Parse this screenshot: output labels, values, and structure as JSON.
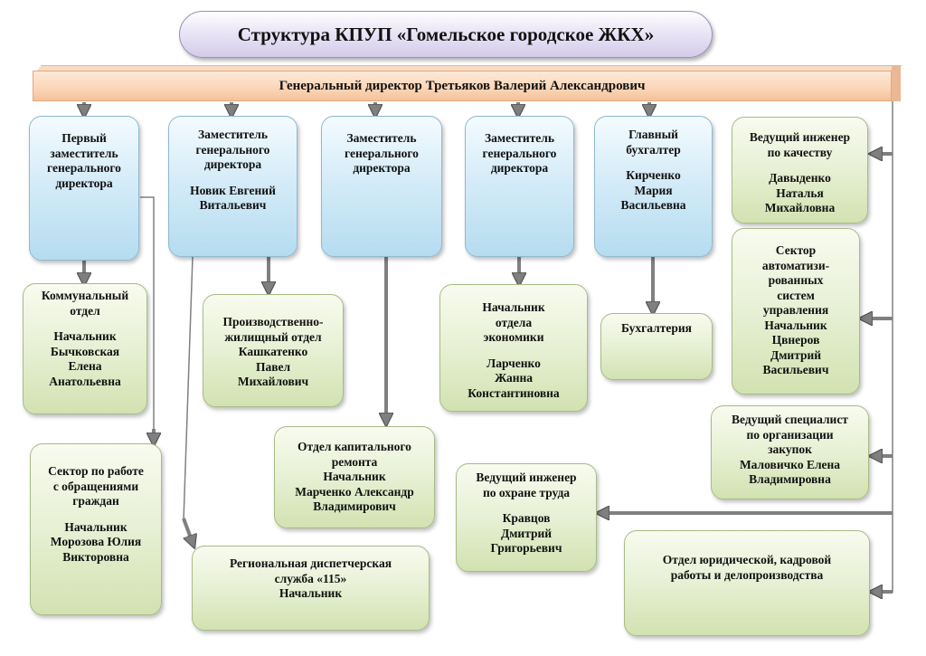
{
  "title": "Структура КПУП «Гомельское городское ЖКХ»",
  "director": "Генеральный директор Третьяков Валерий Александрович",
  "deputies": {
    "first": [
      "Первый",
      "заместитель",
      "генерального",
      "директора"
    ],
    "novik": [
      "Заместитель",
      "генерального",
      "директора",
      "",
      "Новик Евгений",
      "Витальевич"
    ],
    "deputy3": [
      "Заместитель",
      "генерального",
      "директора"
    ],
    "deputy4": [
      "Заместитель",
      "генерального",
      "директора"
    ],
    "accountant": [
      "Главный",
      "бухгалтер",
      "",
      "Кирченко",
      "Мария",
      "Васильевна"
    ]
  },
  "departments": {
    "communal": [
      "Коммунальный",
      "отдел",
      "",
      "Начальник",
      "Бычковская",
      "Елена",
      "Анатольевна"
    ],
    "appeals": [
      "Сектор по работе",
      "с обращениями",
      "граждан",
      "",
      "Начальник",
      "Морозова Юлия",
      "Викторовна"
    ],
    "housing": [
      "Производственно-",
      "жилищный отдел",
      "Кашкатенко",
      "Павел",
      "Михайлович"
    ],
    "dispatch": [
      "Региональная диспетчерская",
      "служба «115»",
      "Начальник"
    ],
    "capital": [
      "Отдел капитального",
      "ремонта",
      "Начальник",
      "Марченко Александр",
      "Владимирович"
    ],
    "economics": [
      "Начальник",
      "отдела",
      "экономики",
      "",
      "Ларченко",
      "Жанна",
      "Константиновна"
    ],
    "accounting": [
      "Бухгалтерия"
    ],
    "labor": [
      "Ведущий инженер",
      "по охране труда",
      "",
      "Кравцов",
      "Дмитрий",
      "Григорьевич"
    ],
    "quality": [
      "Ведущий инженер",
      "по качеству",
      "",
      "Давыденко",
      "Наталья",
      "Михайловна"
    ],
    "automation": [
      "Сектор",
      "автоматизи-",
      "рованных",
      "систем",
      "управления",
      "Начальник",
      "Цвнеров",
      "Дмитрий",
      "Васильевич"
    ],
    "procurement": [
      "Ведущий специалист",
      "по организации",
      "закупок",
      "Маловичко Елена",
      "Владимировна"
    ],
    "legal": [
      "Отдел юридической, кадровой",
      "работы и делопроизводства"
    ]
  }
}
